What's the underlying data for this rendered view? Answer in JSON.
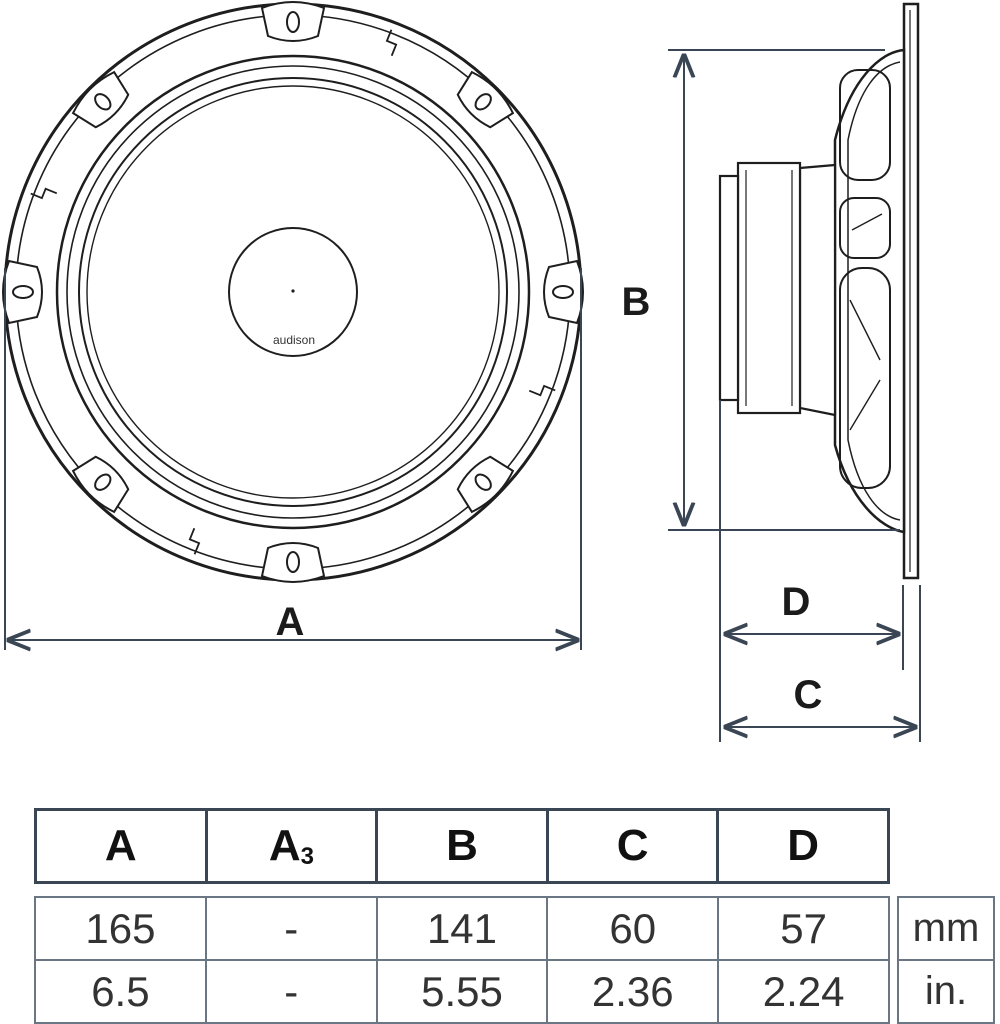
{
  "diagram": {
    "brand": "audison",
    "labels": {
      "a": "A",
      "b": "B",
      "c": "C",
      "d": "D"
    }
  },
  "table": {
    "headers": [
      {
        "main": "A",
        "sub": ""
      },
      {
        "main": "A",
        "sub": "3"
      },
      {
        "main": "B",
        "sub": ""
      },
      {
        "main": "C",
        "sub": ""
      },
      {
        "main": "D",
        "sub": ""
      }
    ],
    "rows": [
      {
        "values": [
          "165",
          "-",
          "141",
          "60",
          "57"
        ],
        "unit": "mm"
      },
      {
        "values": [
          "6.5",
          "-",
          "5.55",
          "2.36",
          "2.24"
        ],
        "unit": "in."
      }
    ]
  }
}
